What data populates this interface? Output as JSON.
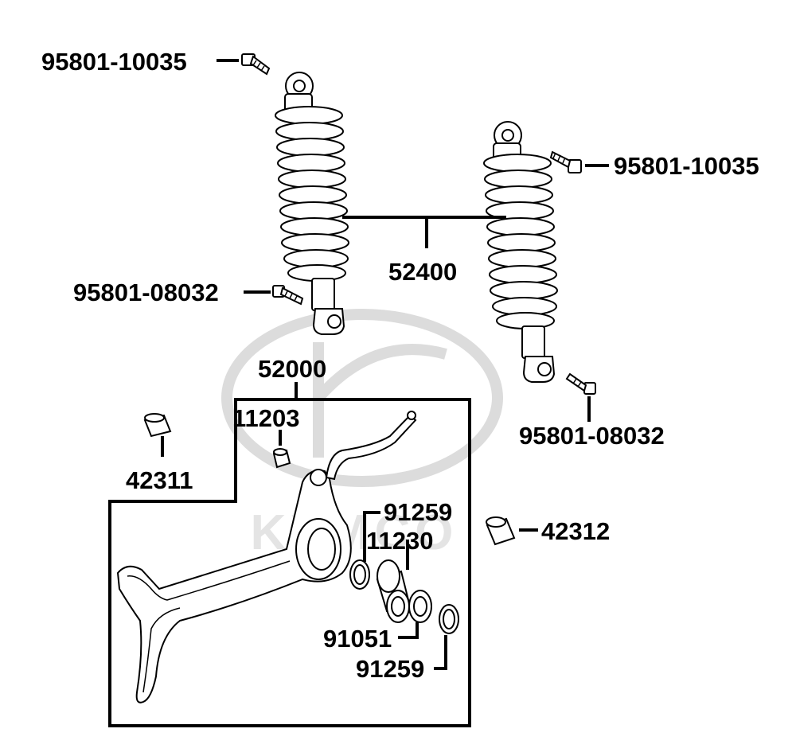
{
  "watermark": {
    "brand_text": "KYMCO",
    "color": "#dcdcdc"
  },
  "labels": {
    "bolt_top_left": "95801-10035",
    "bolt_top_right": "95801-10035",
    "bolt_bottom_left": "95801-08032",
    "bolt_bottom_right": "95801-08032",
    "shock_absorber": "52400",
    "rear_fork_assembly": "52000",
    "collar_small": "11203",
    "collar_left": "42311",
    "collar_right": "42312",
    "oil_seal_top": "91259",
    "bearing_housing": "11230",
    "bearing": "91051",
    "oil_seal_bottom": "91259"
  }
}
